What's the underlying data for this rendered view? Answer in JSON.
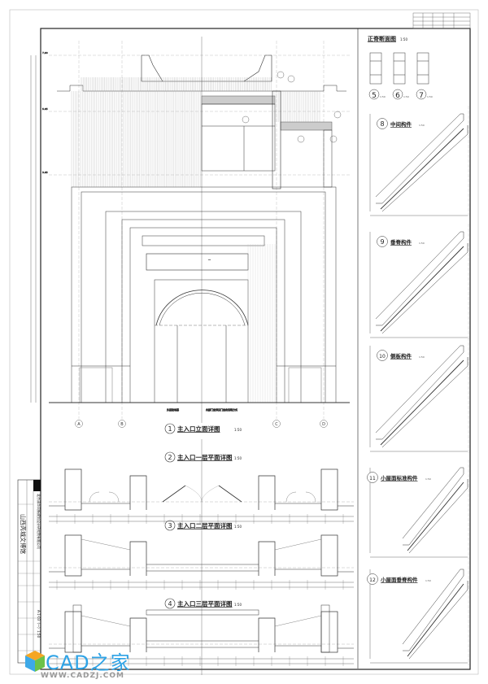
{
  "title_block": {
    "project": "山西芮城文博馆",
    "company": "北京清华同衡规划设计研究院有限公司",
    "drawing_no": "A-1-03（一）1:50"
  },
  "elevation": {
    "grid_labels": [
      "A",
      "B",
      "C",
      "D"
    ],
    "levels": [
      "7.90",
      "5.65",
      "3.65"
    ],
    "notes": [
      "外层玻璃幕",
      "内部门窗详见门窗表说明方式"
    ]
  },
  "views": [
    {
      "num": "1",
      "title": "主入口立面详图",
      "scale": "1:50"
    },
    {
      "num": "2",
      "title": "主入口一层平面详图",
      "scale": "1:50"
    },
    {
      "num": "3",
      "title": "主入口二层平面详图",
      "scale": "1:50"
    },
    {
      "num": "4",
      "title": "主入口三层平面详图",
      "scale": "1:50"
    }
  ],
  "details": {
    "section_title": "正脊断面图",
    "section_scale": "1:50",
    "sections": [
      {
        "num": "5",
        "scale": "1:50"
      },
      {
        "num": "6",
        "scale": "1:50"
      },
      {
        "num": "7",
        "scale": "1:50"
      }
    ],
    "components": [
      {
        "num": "8",
        "title": "中间构件",
        "scale": "1:50"
      },
      {
        "num": "9",
        "title": "垂脊构件",
        "scale": "1:50"
      },
      {
        "num": "10",
        "title": "侧板构件",
        "scale": "1:50"
      },
      {
        "num": "11",
        "title": "小屋面标准构件",
        "scale": "1:50"
      },
      {
        "num": "12",
        "title": "小屋面垂脊构件",
        "scale": "1:50"
      }
    ]
  },
  "watermark": {
    "brand": "CAD之家",
    "url": "WWW.CADZJ.COM"
  },
  "colors": {
    "line": "#333333",
    "hatch": "#9a9a9a",
    "brand": "#2ea3e6"
  }
}
